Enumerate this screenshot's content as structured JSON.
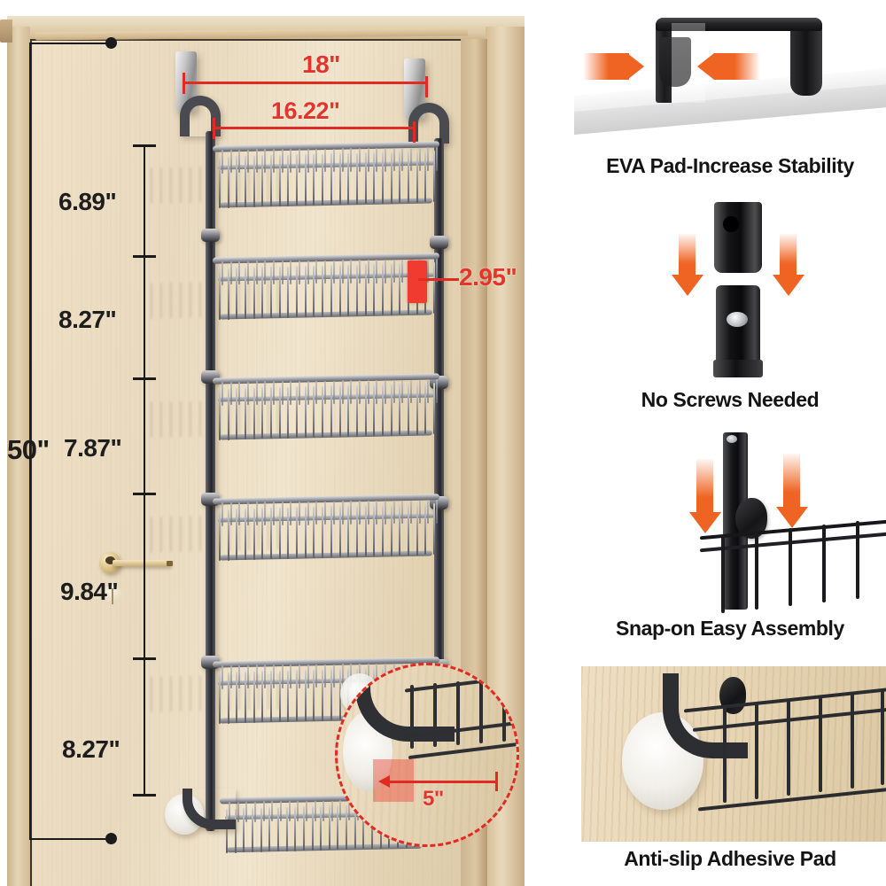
{
  "product_diagram": {
    "overall_height_label": "50\"",
    "segment_labels": [
      "6.89\"",
      "8.27\"",
      "7.87\"",
      "9.84\"",
      "8.27\""
    ],
    "width_outer_label": "18\"",
    "width_inner_label": "16.22\"",
    "basket_depth_label": "2.95\"",
    "hook_projection_label": "5\"",
    "colors": {
      "red_dimension": "#e12a22",
      "black_dimension": "#1b1b1b",
      "door_wood": "#ecdcbe",
      "rack_metal": "#3b3c41",
      "orange_arrow": "#ef6423"
    }
  },
  "features": [
    {
      "caption": "EVA Pad-Increase Stability",
      "icon": "over-door-hook-icon",
      "arrows": [
        "arrow-right-icon",
        "arrow-left-icon"
      ]
    },
    {
      "caption": "No Screws Needed",
      "icon": "telescoping-tube-icon",
      "arrows": [
        "arrow-down-icon",
        "arrow-down-icon"
      ]
    },
    {
      "caption": "Snap-on Easy Assembly",
      "icon": "basket-clip-icon",
      "arrows": [
        "arrow-down-icon",
        "arrow-down-icon"
      ]
    },
    {
      "caption": "Anti-slip Adhesive Pad",
      "icon": "adhesive-pad-photo-icon",
      "arrows": []
    }
  ]
}
